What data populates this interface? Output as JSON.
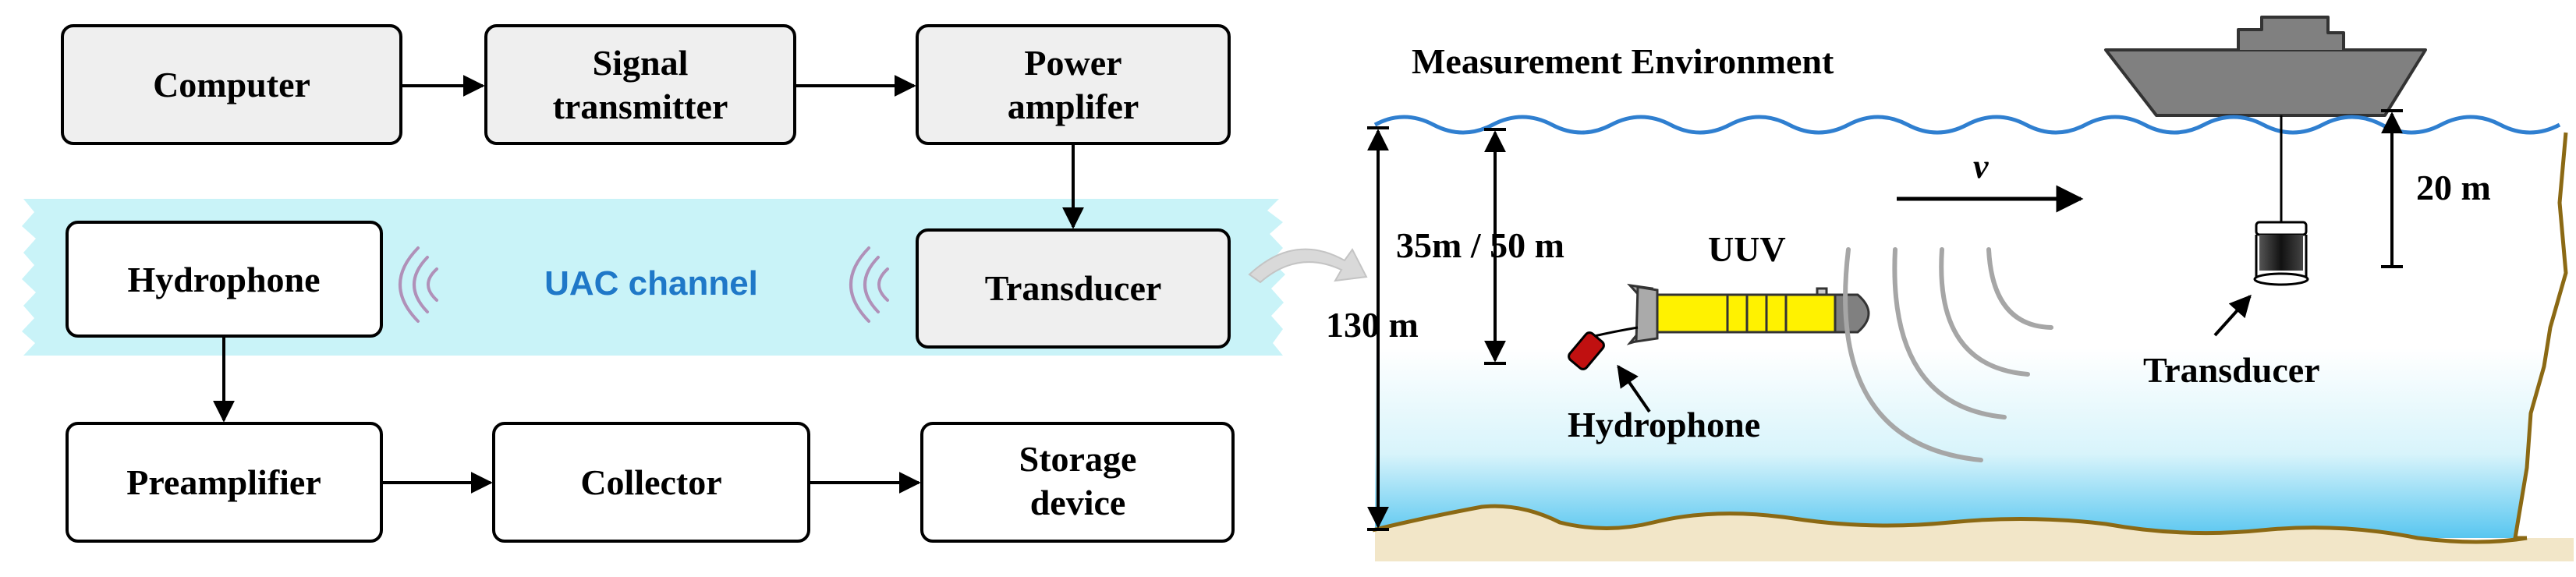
{
  "block_diagram": {
    "computer": "Computer",
    "signal_transmitter": [
      "Signal",
      "transmitter"
    ],
    "power_amplifier": [
      "Power",
      "amplifer"
    ],
    "hydrophone": "Hydrophone",
    "uac_channel": "UAC channel",
    "transducer": "Transducer",
    "preamplifier": "Preamplifier",
    "collector": "Collector",
    "storage_device": [
      "Storage",
      "device"
    ]
  },
  "environment": {
    "title": "Measurement Environment",
    "depth_total": "130 m",
    "depth_uuv": "35m / 50 m",
    "uuv_label": "UUV",
    "velocity_label": "v",
    "transducer_depth": "20 m",
    "transducer_label": "Transducer",
    "hydrophone_label": "Hydrophone"
  },
  "colors": {
    "channel_band": "#c9f3f8",
    "box_gray": "#efefef",
    "wave": "#2f7fd0",
    "uac_text": "#1f78c8",
    "uuv_body": "#fff200",
    "seabed": "#8b6914",
    "sand": "#f2e6c8",
    "ship": "#808080"
  }
}
